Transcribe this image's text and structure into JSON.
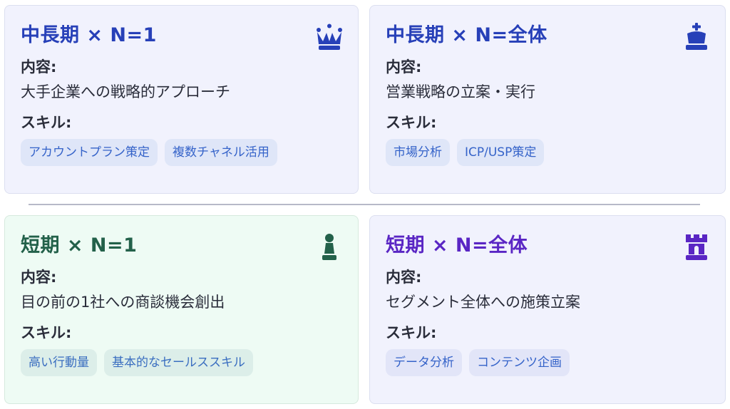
{
  "colors": {
    "title_blue": "#2740b8",
    "title_green": "#23614a",
    "title_purple": "#5a26c4",
    "tag_text": "#3563c9"
  },
  "cards": [
    {
      "title": "中長期 × N=1",
      "icon": "chess-queen-icon",
      "content_label": "内容:",
      "content": "大手企業への戦略的アプローチ",
      "skill_label": "スキル:",
      "tags": [
        "アカウントプラン策定",
        "複数チャネル活用"
      ]
    },
    {
      "title": "中長期 × N=全体",
      "icon": "chess-king-icon",
      "content_label": "内容:",
      "content": "営業戦略の立案・実行",
      "skill_label": "スキル:",
      "tags": [
        "市場分析",
        "ICP/USP策定"
      ]
    },
    {
      "title": "短期 × N=1",
      "icon": "chess-pawn-icon",
      "content_label": "内容:",
      "content": "目の前の1社への商談機会創出",
      "skill_label": "スキル:",
      "tags": [
        "高い行動量",
        "基本的なセールススキル"
      ]
    },
    {
      "title": "短期 × N=全体",
      "icon": "chess-rook-icon",
      "content_label": "内容:",
      "content": "セグメント全体への施策立案",
      "skill_label": "スキル:",
      "tags": [
        "データ分析",
        "コンテンツ企画"
      ]
    }
  ]
}
